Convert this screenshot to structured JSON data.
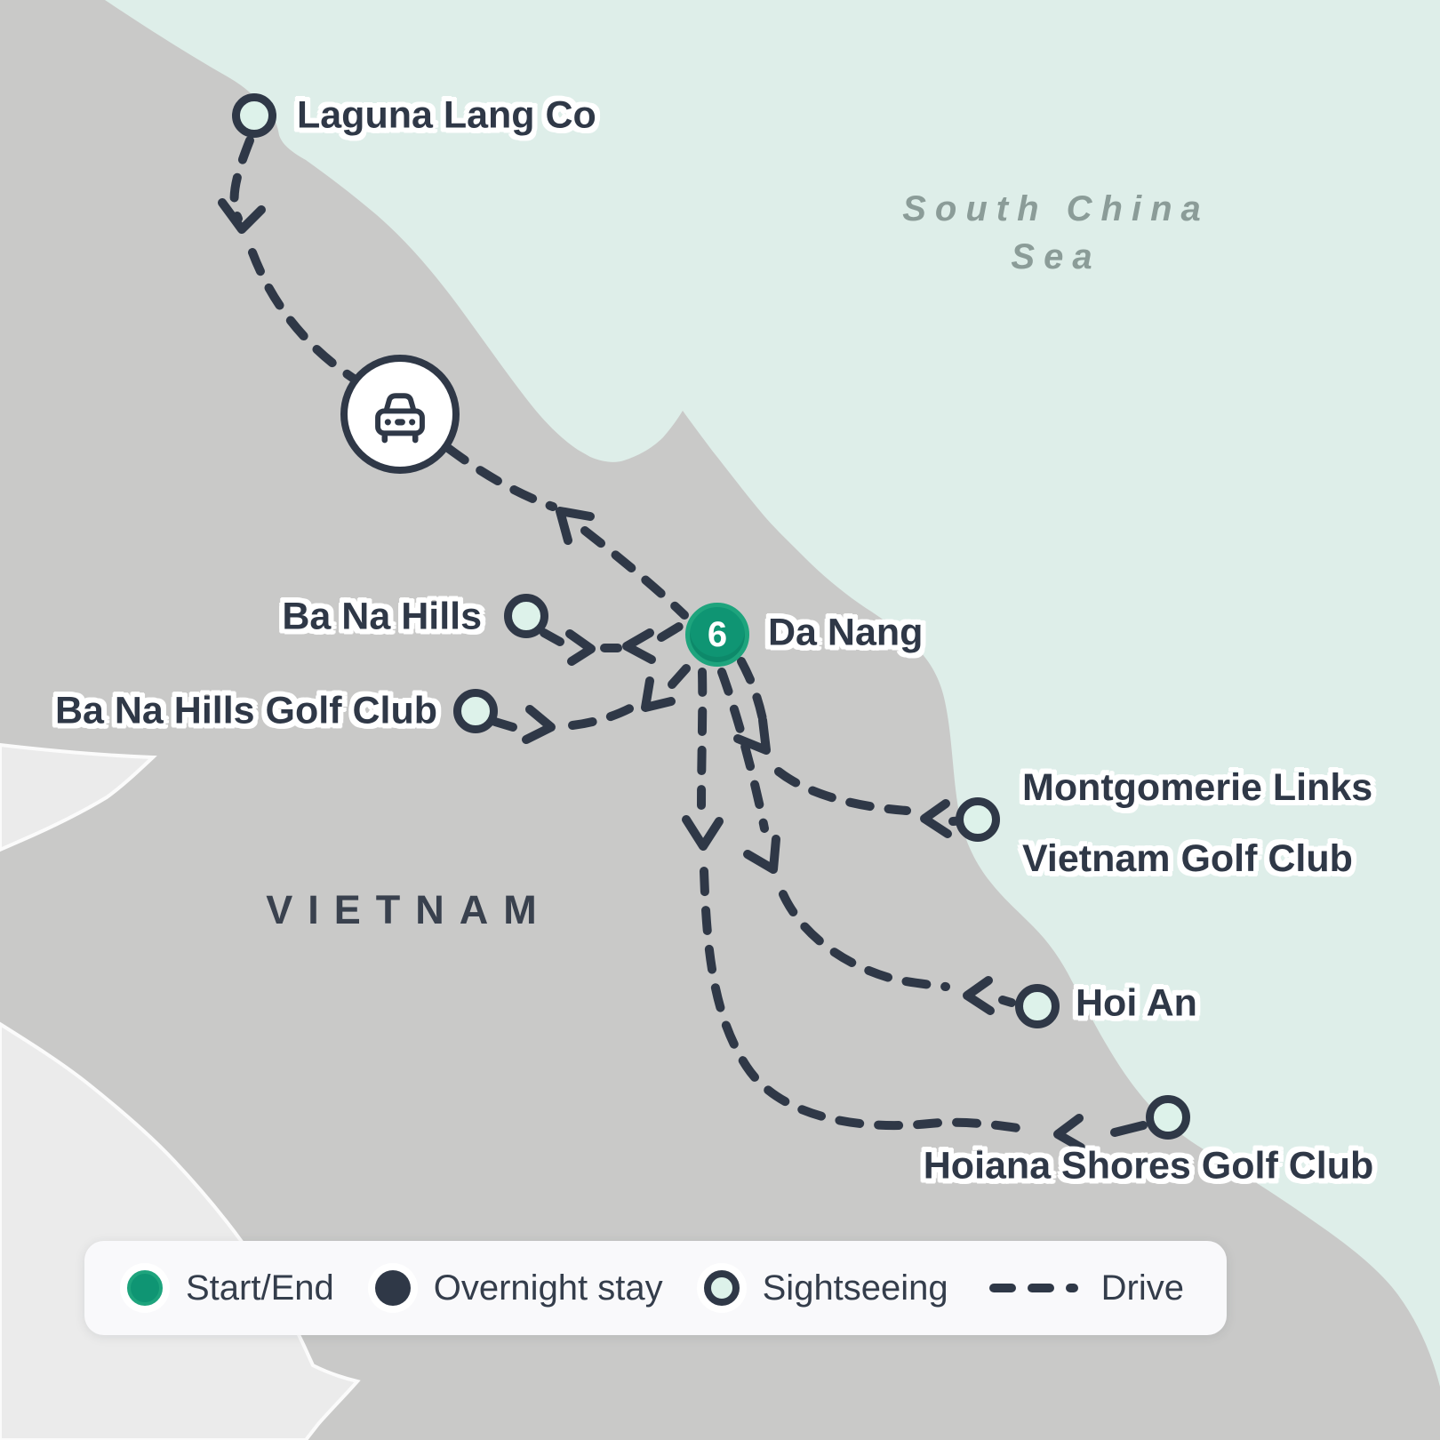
{
  "map": {
    "country_label": "VIETNAM",
    "sea_label_line1": "South China",
    "sea_label_line2": "Sea",
    "locations": {
      "laguna": {
        "name": "Laguna Lang Co",
        "type": "sightseeing"
      },
      "ba_na_hills": {
        "name": "Ba Na Hills",
        "type": "sightseeing"
      },
      "ba_na_golf": {
        "name": "Ba Na Hills Golf Club",
        "type": "sightseeing"
      },
      "da_nang": {
        "name": "Da Nang",
        "type": "start_end",
        "nights": "6"
      },
      "montgomerie": {
        "line1": "Montgomerie Links",
        "line2": "Vietnam Golf Club",
        "type": "sightseeing"
      },
      "hoi_an": {
        "name": "Hoi An",
        "type": "sightseeing"
      },
      "hoiana": {
        "name": "Hoiana Shores Golf Club",
        "type": "sightseeing"
      }
    },
    "icons": {
      "car": "car"
    },
    "transport_mode": "Drive"
  },
  "legend": {
    "start_end": "Start/End",
    "overnight": "Overnight stay",
    "sightseeing": "Sightseeing",
    "drive": "Drive"
  },
  "colors": {
    "sea": "#deeee9",
    "land": "#c9c9c8",
    "neighbor": "#ebebeb",
    "ink": "#2f3847",
    "green": "#0f9573",
    "green_ring": "#1ea47d",
    "mint": "#ddf2ea",
    "legend_bg": "#f9f9fb",
    "sea_text": "#8b9c98",
    "halo": "#ffffff"
  }
}
